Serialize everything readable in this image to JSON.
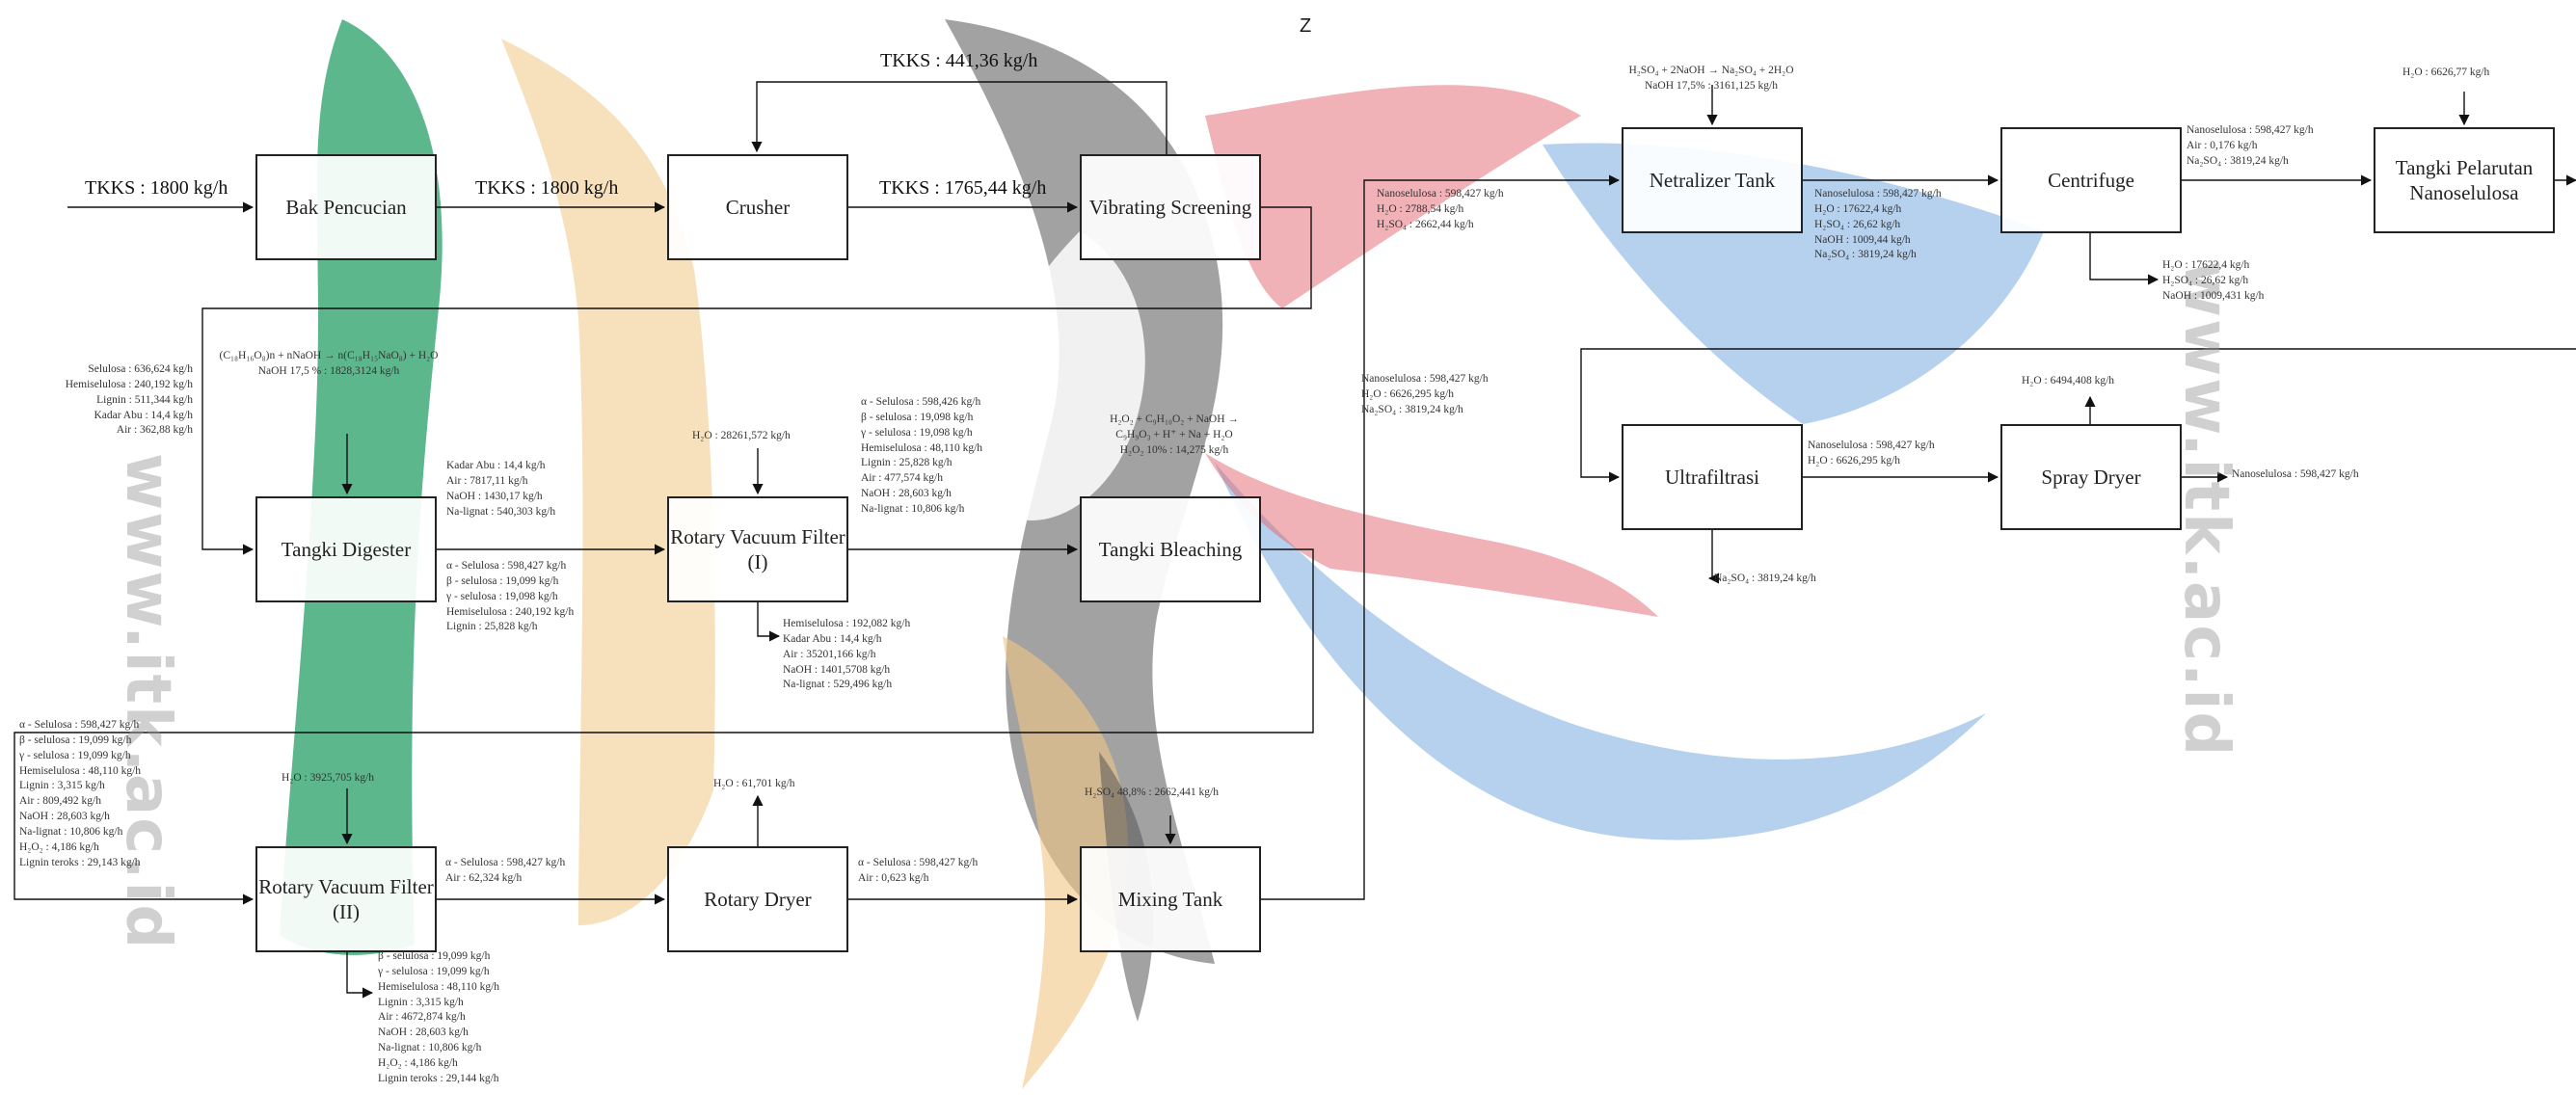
{
  "watermark": {
    "text": "www.itk.ac.id",
    "corner_letter": "Z"
  },
  "units": {
    "bak": "Bak Pencucian",
    "crusher": "Crusher",
    "vibrating": "Vibrating Screening",
    "digester": "Tangki Digester",
    "rvf1": "Rotary Vacuum Filter (I)",
    "bleaching": "Tangki Bleaching",
    "rvf2": "Rotary Vacuum Filter (II)",
    "dryer": "Rotary Dryer",
    "mixing": "Mixing Tank",
    "neutralizer": "Netralizer Tank",
    "centrifuge": "Centrifuge",
    "pelarutan": "Tangki Pelarutan Nanoselulosa",
    "ultrafiltrasi": "Ultrafiltrasi",
    "spray": "Spray Dryer"
  },
  "streams": {
    "feed": "TKKS : 1800 kg/h",
    "bak_out": "TKKS : 1800 kg/h",
    "recycle": "TKKS : 441,36 kg/h",
    "crusher_out": "TKKS : 1765,44 kg/h",
    "digester_in": [
      "Selulosa : 636,624 kg/h",
      "Hemiselulosa : 240,192 kg/h",
      "Lignin : 511,344 kg/h",
      "Kadar Abu : 14,4 kg/h",
      "Air : 362,88 kg/h"
    ],
    "digester_reaction": [
      "(C₁₈H₁₆O₈)n + nNaOH → n(C₁₈H₁₅NaO₈) + H₂O",
      "NaOH 17,5 % : 1828,3124 kg/h"
    ],
    "digester_top": [
      "Kadar Abu : 14,4 kg/h",
      "Air : 7817,11 kg/h",
      "NaOH : 1430,17 kg/h",
      "Na-lignat : 540,303 kg/h"
    ],
    "digester_out": [
      "α - Selulosa : 598,427 kg/h",
      "β - selulosa : 19,099 kg/h",
      "γ - selulosa : 19,098 kg/h",
      "Hemiselulosa : 240,192 kg/h",
      "Lignin : 25,828 kg/h"
    ],
    "rvf1_water": "H₂O : 28261,572 kg/h",
    "rvf1_out": [
      "α - Selulosa : 598,426 kg/h",
      "β - selulosa : 19,098 kg/h",
      "γ - selulosa : 19,098 kg/h",
      "Hemiselulosa : 48,110 kg/h",
      "Lignin : 25,828 kg/h",
      "Air : 477,574 kg/h",
      "NaOH : 28,603 kg/h",
      "Na-lignat : 10,806 kg/h"
    ],
    "rvf1_waste": [
      "Hemiselulosa : 192,082 kg/h",
      "Kadar Abu : 14,4 kg/h",
      "Air : 35201,166 kg/h",
      "NaOH : 1401,5708 kg/h",
      "Na-lignat : 529,496 kg/h"
    ],
    "bleach_reaction": [
      "H₂O₂ + C₉H₁₀O₂ + NaOH →",
      "C₉H₉O₃ + H⁺ + Na + H₂O",
      "H₂O₂ 10% : 14,275 kg/h"
    ],
    "rvf2_in": [
      "α - Selulosa : 598,427 kg/h",
      "β - selulosa : 19,099 kg/h",
      "γ - selulosa : 19,099 kg/h",
      "Hemiselulosa : 48,110 kg/h",
      "Lignin : 3,315 kg/h",
      "Air : 809,492 kg/h",
      "NaOH : 28,603 kg/h",
      "Na-lignat : 10,806 kg/h",
      "H₂O₂ : 4,186 kg/h",
      "Lignin teroks : 29,143 kg/h"
    ],
    "rvf2_water": "H₂O : 3925,705 kg/h",
    "rvf2_out": [
      "α - Selulosa : 598,427 kg/h",
      "Air : 62,324 kg/h"
    ],
    "rvf2_waste": [
      "β - selulosa : 19,099 kg/h",
      "γ - selulosa : 19,099 kg/h",
      "Hemiselulosa : 48,110 kg/h",
      "Lignin : 3,315 kg/h",
      "Air : 4672,874 kg/h",
      "NaOH : 28,603 kg/h",
      "Na-lignat : 10,806 kg/h",
      "H₂O₂ : 4,186 kg/h",
      "Lignin teroks : 29,144 kg/h"
    ],
    "dryer_vapor": "H₂O : 61,701 kg/h",
    "dryer_out": [
      "α - Selulosa : 598,427 kg/h",
      "Air : 0,623 kg/h"
    ],
    "mixing_acid": "H₂SO₄ 48,8% : 2662,441 kg/h",
    "neut_in": [
      "Nanoselulosa : 598,427 kg/h",
      "H₂O : 2788,54 kg/h",
      "H₂SO₄ : 2662,44 kg/h"
    ],
    "neut_reaction": [
      "H₂SO₄ + 2NaOH → Na₂SO₄ + 2H₂O",
      "NaOH 17,5% : 3161,125 kg/h"
    ],
    "neut_out": [
      "Nanoselulosa : 598,427 kg/h",
      "H₂O : 17622,4 kg/h",
      "H₂SO₄ : 26,62 kg/h",
      "NaOH : 1009,44 kg/h",
      "Na₂SO₄ : 3819,24 kg/h"
    ],
    "cent_out": [
      "Nanoselulosa : 598,427 kg/h",
      "Air : 0,176 kg/h",
      "Na₂SO₄ : 3819,24 kg/h"
    ],
    "cent_waste": [
      "H₂O : 17622,4 kg/h",
      "H₂SO₄ : 26,62 kg/h",
      "NaOH : 1009,431 kg/h"
    ],
    "pel_water": "H₂O : 6626,77 kg/h",
    "uf_in": [
      "Nanoselulosa : 598,427 kg/h",
      "H₂O : 6626,295 kg/h",
      "Na₂SO₄ : 3819,24 kg/h"
    ],
    "uf_out": [
      "Nanoselulosa : 598,427 kg/h",
      "H₂O : 6626,295 kg/h"
    ],
    "uf_waste": "Na₂SO₄ : 3819,24 kg/h",
    "spray_vapor": "H₂O : 6494,408 kg/h",
    "product": "Nanoselulosa : 598,427 kg/h"
  }
}
